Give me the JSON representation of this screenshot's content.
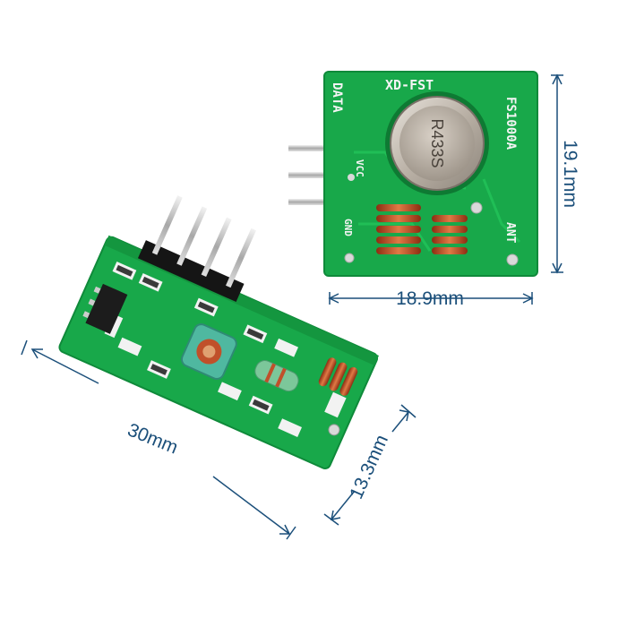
{
  "transmitter": {
    "brand": "XD-FST",
    "model": "FS1000A",
    "crystal": "R433S",
    "pins": {
      "data": "DATA",
      "vcc": "VCC",
      "gnd": "GND"
    },
    "antenna": "ANT"
  },
  "dimensions": {
    "tx_width": "18.9mm",
    "tx_height": "19.1mm",
    "rx_length": "30mm",
    "rx_width": "13.3mm"
  },
  "colors": {
    "pcb_green": "#18a84a",
    "pcb_dark": "#0e7a33",
    "silkscreen": "#f4f4f4",
    "dimension_line": "#1b4f7a",
    "coil_copper": "#c0502a"
  }
}
